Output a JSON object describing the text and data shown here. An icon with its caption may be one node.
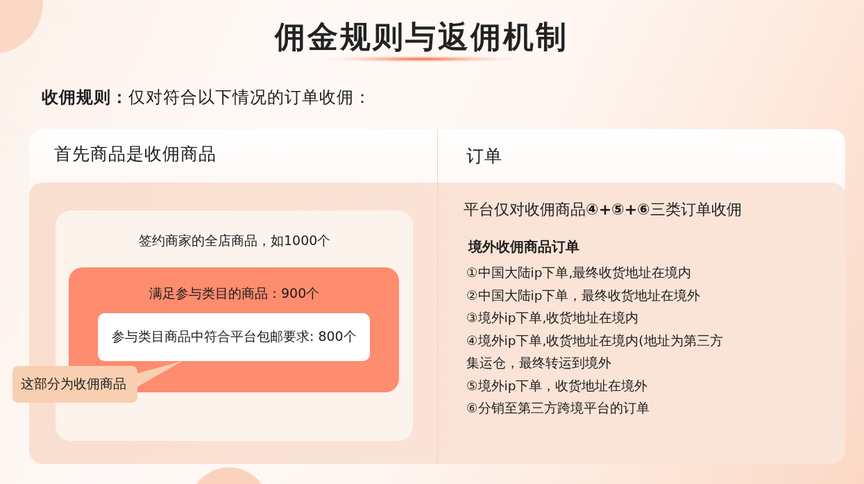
{
  "diagram": {
    "title": "佣金规则与返佣机制",
    "nodes": [
      {
        "text": [
          "签约商家的全店商品，如1000个"
        ]
      },
      {
        "text": [
          "满足参与类目的商品：900个"
        ],
        "in": 0
      },
      {
        "text": [
          "参与类目商品中符合平台包邮要求: 800个"
        ],
        "in": 1
      },
      {
        "text": [
          "这部分为收佣商品"
        ]
      }
    ],
    "edges": [
      {
        "from": 3,
        "to": 2,
        "arrow": "none"
      }
    ],
    "labels": [
      "**收佣规则：**仅对符合以下情况的订单收佣：",
      "首先商品是收佣商品",
      "订单",
      "平台仅对收佣商品**④+⑤+⑥**三类订单收佣",
      "境外收佣商品订单",
      "①中国大陆ip下单,最终收货地址在境内",
      "②中国大陆ip下单，最终收货地址在境外",
      "③境外ip下单,收货地址在境内",
      "④境外ip下单,收货地址在境内(地址为第三方集运仓，最终转运到境外",
      "⑤境外ip下单，收货地址在境外",
      "⑥分销至第三方跨境平台的订单"
    ]
  }
}
